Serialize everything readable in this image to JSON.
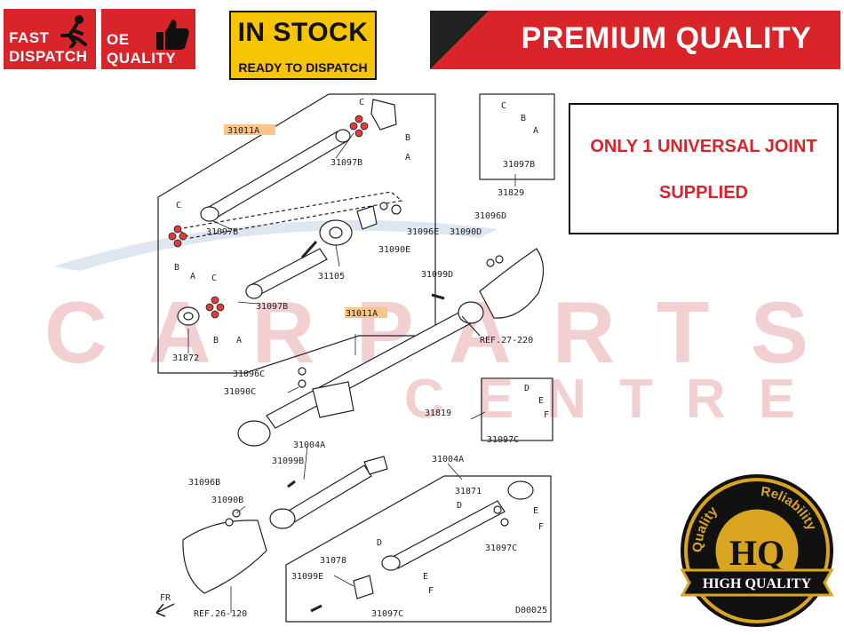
{
  "badges": {
    "fast_dispatch": {
      "line1": "FAST",
      "line2": "DISPATCH"
    },
    "oe_quality": {
      "line1": "OE",
      "line2": "QUALITY"
    }
  },
  "in_stock": {
    "title": "IN STOCK",
    "subtitle": "READY TO DISPATCH"
  },
  "premium_banner": "PREMIUM QUALITY",
  "notice": {
    "line1": "ONLY 1 UNIVERSAL JOINT",
    "line2": "SUPPLIED"
  },
  "watermark": {
    "line1": "CARPARTS",
    "line2": "CENTRE"
  },
  "hq_seal": {
    "top_left": "Quality",
    "top_right": "Reliability",
    "letters": "HQ",
    "ribbon": "HIGH QUALITY"
  },
  "parts": {
    "p31011a_top": "31011A",
    "p31011a_mid": "31011A",
    "p31097b_1": "31097B",
    "p31097b_2": "31097B",
    "p31097b_3": "31097B",
    "p31097b_4": "31097B",
    "p31096e": "31096E",
    "p31090e": "31090E",
    "p31105": "31105",
    "p31872": "31872",
    "p31829": "31829",
    "p31096d": "31096D",
    "p31090d": "31090D",
    "p31099d": "31099D",
    "ref27": "REF.27-220",
    "p31096c": "31096C",
    "p31090c": "31090C",
    "p31819": "31819",
    "p31097c_1": "31097C",
    "p31097c_2": "31097C",
    "p31097c_3": "31097C",
    "p31004a_1": "31004A",
    "p31004a_2": "31004A",
    "p31099b": "31099B",
    "p31096b": "31096B",
    "p31090b": "31090B",
    "p31871": "31871",
    "p31078": "31078",
    "p31099e": "31099E",
    "fr": "FR",
    "ref26": "REF.26-120",
    "code": "D00025",
    "lc": "C",
    "lb": "B",
    "la": "A",
    "ld": "D",
    "le": "E",
    "lf": "F"
  },
  "colors": {
    "brand_red": "#d9242a",
    "stock_yellow": "#f6c400",
    "seal_gold": "#d9a520"
  }
}
